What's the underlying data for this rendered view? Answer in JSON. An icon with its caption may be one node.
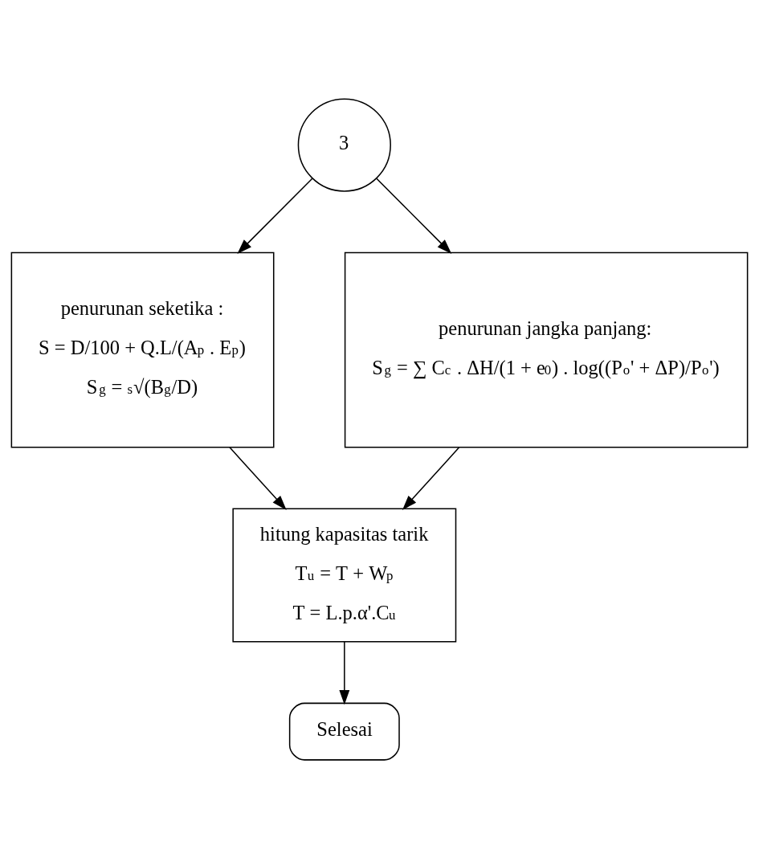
{
  "diagram": {
    "nodes": [
      {
        "text": [
          "3"
        ]
      },
      {
        "text": [
          "penurunan seketika :",
          "S = D/100 + Q.L/(A$_{p}$ . E$_{p}$)",
          "S$_{g}$ = $^{s}$√(B$_{g}$/D)"
        ]
      },
      {
        "text": [
          "penurunan jangka panjang:",
          "S$_{g}$ = ∑ C$_{c}$ . ΔH/(1 + e$_{0}$) . log((P$_{o}$' + ΔP)/P$_{o}$')"
        ]
      },
      {
        "text": [
          "hitung kapasitas tarik",
          "T$_{u}$ = T + W$_{p}$",
          "T = L.p.α'.C$_{u}$"
        ]
      },
      {
        "text": [
          "Selesai"
        ]
      }
    ],
    "edges": [
      {
        "from": 0,
        "to": 1,
        "arrow": "to"
      },
      {
        "from": 0,
        "to": 2,
        "arrow": "to"
      },
      {
        "from": 1,
        "to": 3,
        "arrow": "to"
      },
      {
        "from": 2,
        "to": 3,
        "arrow": "to"
      },
      {
        "from": 3,
        "to": 4,
        "arrow": "to"
      }
    ]
  }
}
